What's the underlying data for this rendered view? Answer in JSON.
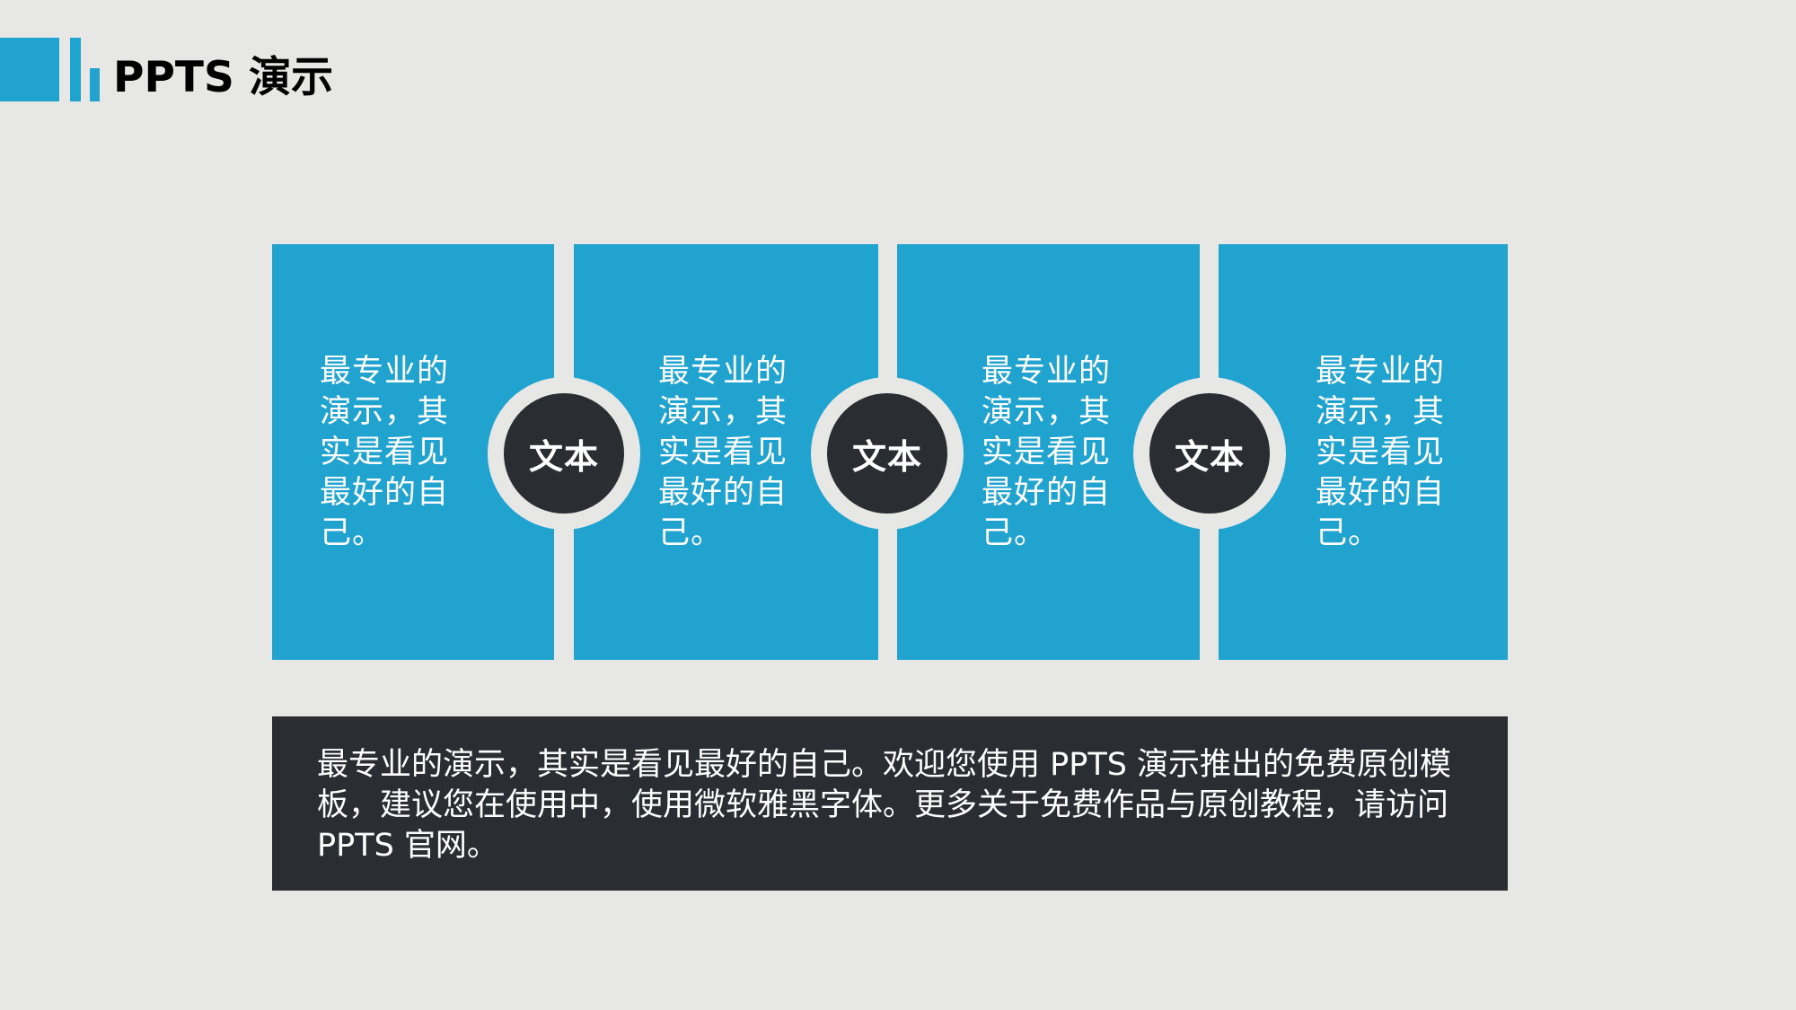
{
  "header": {
    "title": "PPTS 演示",
    "accent_color": "#21a3d0"
  },
  "circles": [
    {
      "label": "文本"
    },
    {
      "label": "文本"
    },
    {
      "label": "文本"
    }
  ],
  "panels": [
    {
      "text": "最专业的演示，其实是看见最好的自己。"
    },
    {
      "text": "最专业的演示，其实是看见最好的自己。"
    },
    {
      "text": "最专业的演示，其实是看见最好的自己。"
    },
    {
      "text": "最专业的演示，其实是看见最好的自己。"
    }
  ],
  "description": {
    "text": "最专业的演示，其实是看见最好的自己。欢迎您使用 PPTS 演示推出的免费原创模板，建议您在使用中，使用微软雅黑字体。更多关于免费作品与原创教程，请访问 PPTS 官网。"
  },
  "colors": {
    "background": "#e7e7e5",
    "panel": "#21a3d0",
    "dark": "#2a2d31"
  }
}
